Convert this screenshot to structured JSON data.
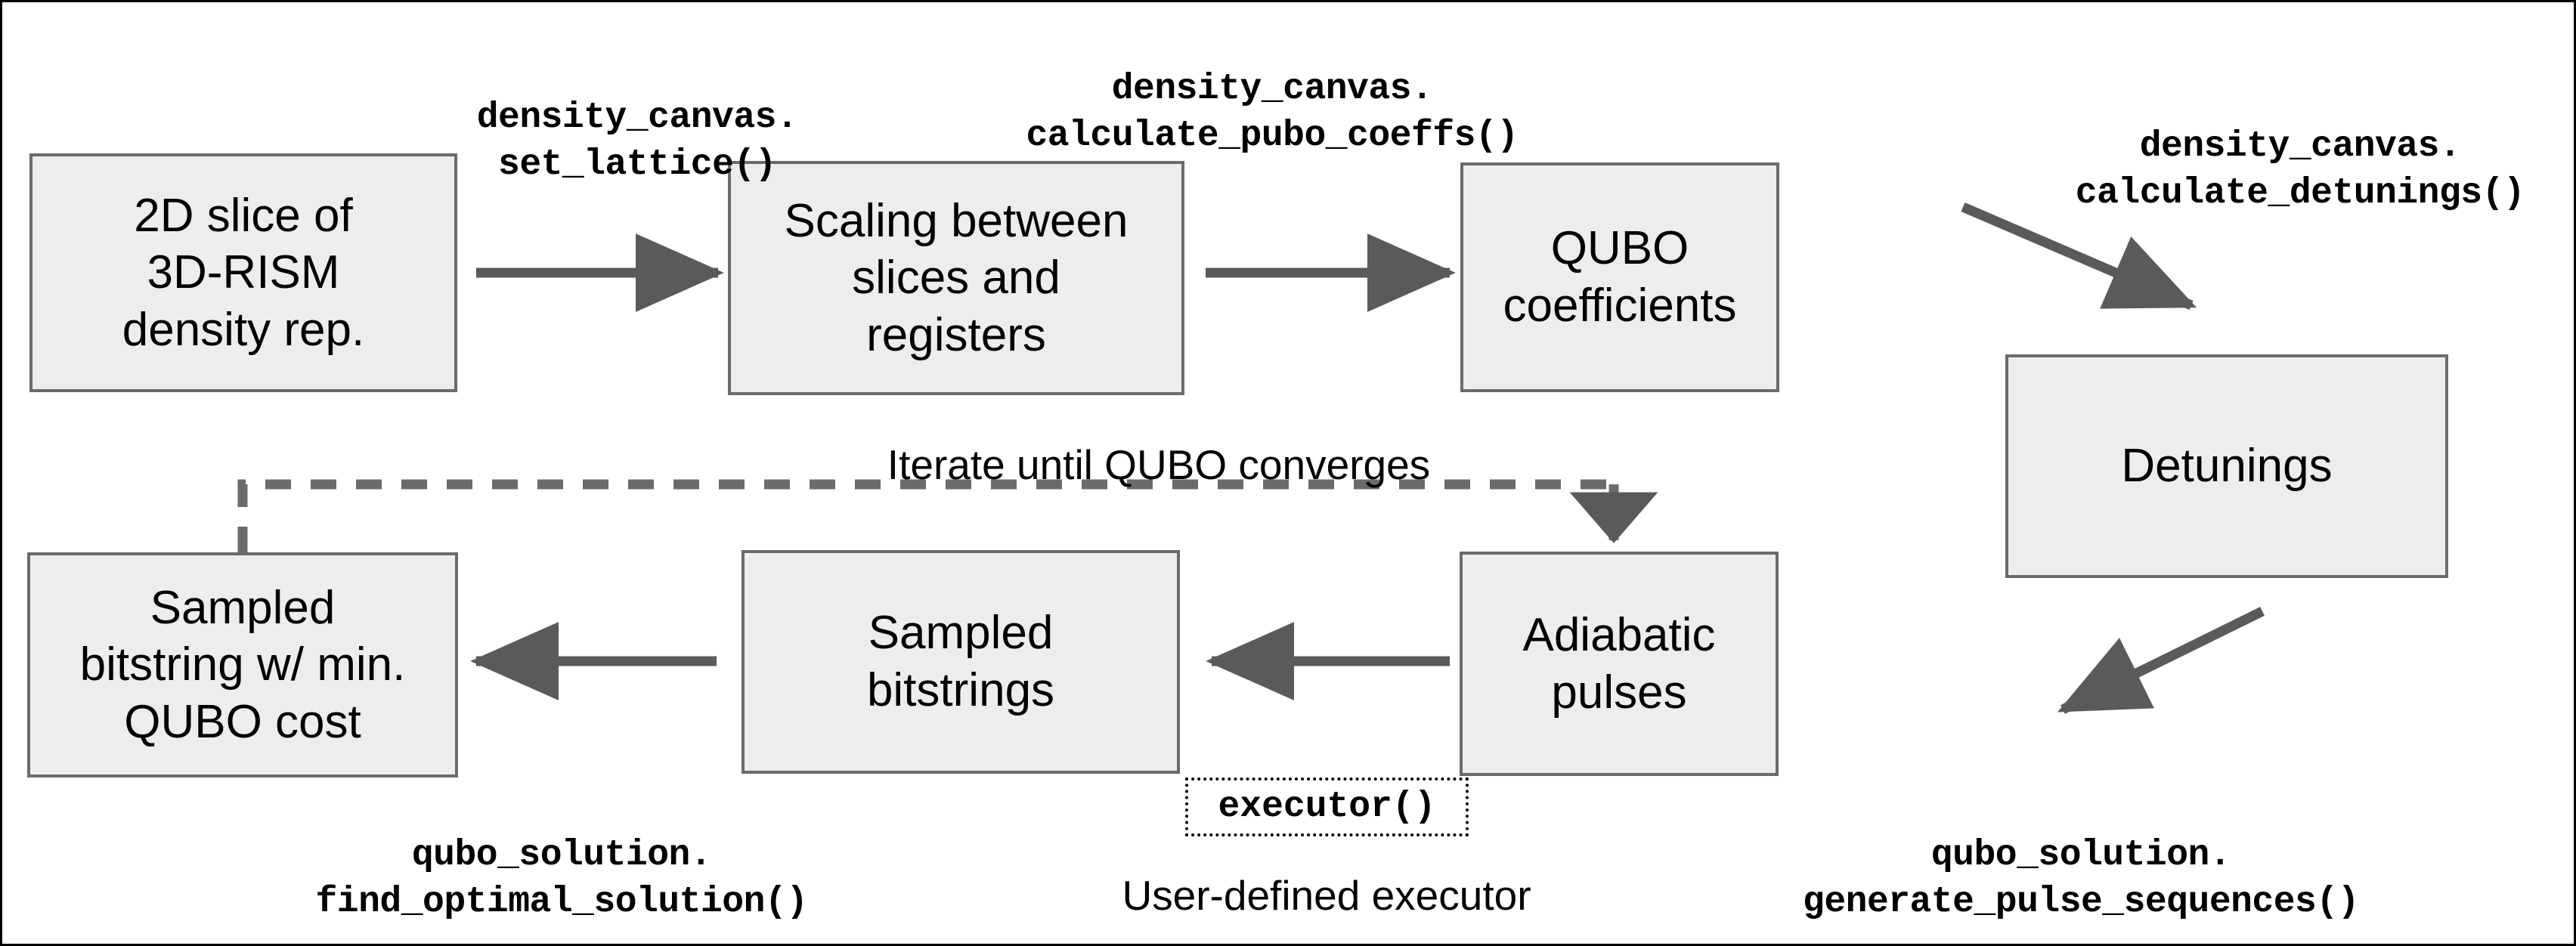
{
  "diagram": {
    "title": "QUBO workflow for 3D-RISM density representation on neutral-atom hardware",
    "colors": {
      "node_fill": "#ededed",
      "node_border": "#6b6b6b",
      "arrow": "#5a5a5a",
      "text": "#000000",
      "frame": "#000000"
    },
    "nodes": [
      {
        "id": "slice",
        "label": "2D slice of\n3D-RISM\ndensity rep."
      },
      {
        "id": "scaling",
        "label": "Scaling between\nslices and\nregisters"
      },
      {
        "id": "qubo",
        "label": "QUBO\ncoefficients"
      },
      {
        "id": "detunings",
        "label": "Detunings"
      },
      {
        "id": "min_bitstring",
        "label": "Sampled\nbitstring w/ min.\nQUBO cost"
      },
      {
        "id": "bitstrings",
        "label": "Sampled\nbitstrings"
      },
      {
        "id": "pulses",
        "label": "Adiabatic\npulses"
      }
    ],
    "code_labels": [
      {
        "id": "set_lattice",
        "text": "density_canvas.\nset_lattice()"
      },
      {
        "id": "calculate_pubo",
        "text": "density_canvas.\ncalculate_pubo_coeffs()"
      },
      {
        "id": "calculate_detunings",
        "text": "density_canvas.\ncalculate_detunings()"
      },
      {
        "id": "find_optimal",
        "text": "qubo_solution.\nfind_optimal_solution()"
      },
      {
        "id": "generate_pulses",
        "text": "qubo_solution.\ngenerate_pulse_sequences()"
      }
    ],
    "executor_box": {
      "label": "executor()"
    },
    "plain_labels": [
      {
        "id": "iterate",
        "text": "Iterate until QUBO converges"
      },
      {
        "id": "user_executor",
        "text": "User-defined executor"
      }
    ]
  }
}
